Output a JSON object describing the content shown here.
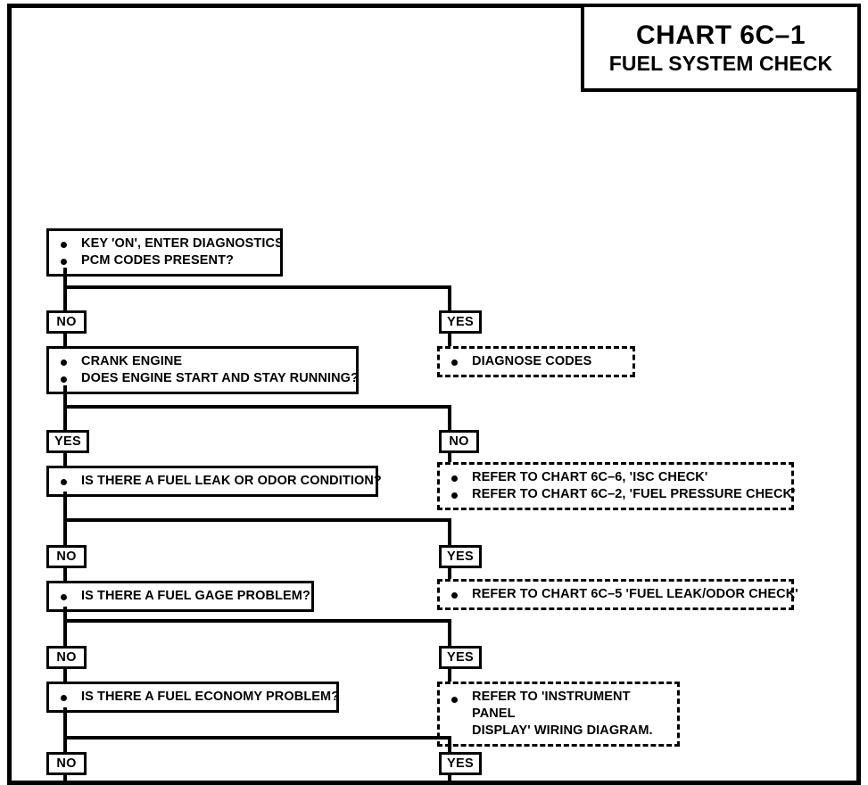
{
  "document": {
    "title_main": "CHART 6C–1",
    "title_sub": "FUEL SYSTEM CHECK"
  },
  "flowchart": {
    "steps": [
      {
        "id": "step-key-on",
        "lines": [
          "KEY 'ON', ENTER DIAGNOSTICS",
          "PCM CODES PRESENT?"
        ],
        "style": "solid"
      },
      {
        "id": "step-crank-engine",
        "lines": [
          "CRANK ENGINE",
          "DOES ENGINE START AND STAY RUNNING?"
        ],
        "style": "solid"
      },
      {
        "id": "step-diagnose-codes",
        "lines": [
          "DIAGNOSE CODES"
        ],
        "style": "dashed"
      },
      {
        "id": "step-fuel-leak-question",
        "lines": [
          "IS THERE A FUEL LEAK OR ODOR CONDITION?"
        ],
        "style": "solid"
      },
      {
        "id": "step-refer-isc-pressure",
        "lines": [
          "REFER TO CHART 6C–6, 'ISC CHECK'",
          "REFER TO CHART 6C–2, 'FUEL PRESSURE CHECK'"
        ],
        "style": "dashed"
      },
      {
        "id": "step-fuel-gage-question",
        "lines": [
          "IS THERE A FUEL GAGE PROBLEM?"
        ],
        "style": "solid"
      },
      {
        "id": "step-refer-leak-odor",
        "lines": [
          "REFER TO CHART 6C–5 'FUEL LEAK/ODOR CHECK'"
        ],
        "style": "dashed"
      },
      {
        "id": "step-fuel-economy-question",
        "lines": [
          "IS THERE A FUEL ECONOMY PROBLEM?"
        ],
        "style": "solid"
      },
      {
        "id": "step-refer-instrument-panel",
        "lines": [
          "REFER TO 'INSTRUMENT PANEL",
          "DISPLAY' WIRING DIAGRAM."
        ],
        "style": "dashed",
        "wrapped": true
      }
    ],
    "branch_tags": [
      {
        "id": "tag-1-left",
        "label": "NO"
      },
      {
        "id": "tag-1-right",
        "label": "YES"
      },
      {
        "id": "tag-2-left",
        "label": "YES"
      },
      {
        "id": "tag-2-right",
        "label": "NO"
      },
      {
        "id": "tag-3-left",
        "label": "NO"
      },
      {
        "id": "tag-3-right",
        "label": "YES"
      },
      {
        "id": "tag-4-left",
        "label": "NO"
      },
      {
        "id": "tag-4-right",
        "label": "YES"
      },
      {
        "id": "tag-5-left",
        "label": "NO"
      },
      {
        "id": "tag-5-right",
        "label": "YES"
      }
    ]
  }
}
